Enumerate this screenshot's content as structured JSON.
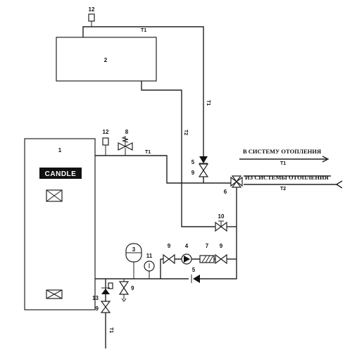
{
  "diagram": {
    "components": {
      "boiler": "1",
      "tank": "2",
      "expansion_vessel": "3",
      "pump": "4",
      "check_valve_return": "5",
      "check_valve_supply": "5",
      "mixing_valve": "6",
      "filter": "7",
      "safety_valve": "8",
      "valve_supply": "9",
      "valve_pump_in": "9",
      "valve_pump_out": "9",
      "valve_drain": "9",
      "valve_bottom": "9",
      "bypass_valve": "10",
      "thermometer": "11",
      "air_vent_tank": "12",
      "air_vent_boiler": "12",
      "check_valve_bottom": "13"
    },
    "brand": "CANDLE",
    "lines": {
      "t1_top": "T1",
      "t1_vertical": "T1",
      "t2_vertical": "T2",
      "t1_boiler": "T1",
      "t1_out": "T1",
      "t2_in": "T2",
      "t1_bottom": "T1"
    },
    "captions": {
      "to_heating": "В СИСТЕМУ ОТОПЛЕНИЯ",
      "from_heating": "ИЗ СИСТЕМЫ ОТОПЛЕНИЯ"
    }
  }
}
